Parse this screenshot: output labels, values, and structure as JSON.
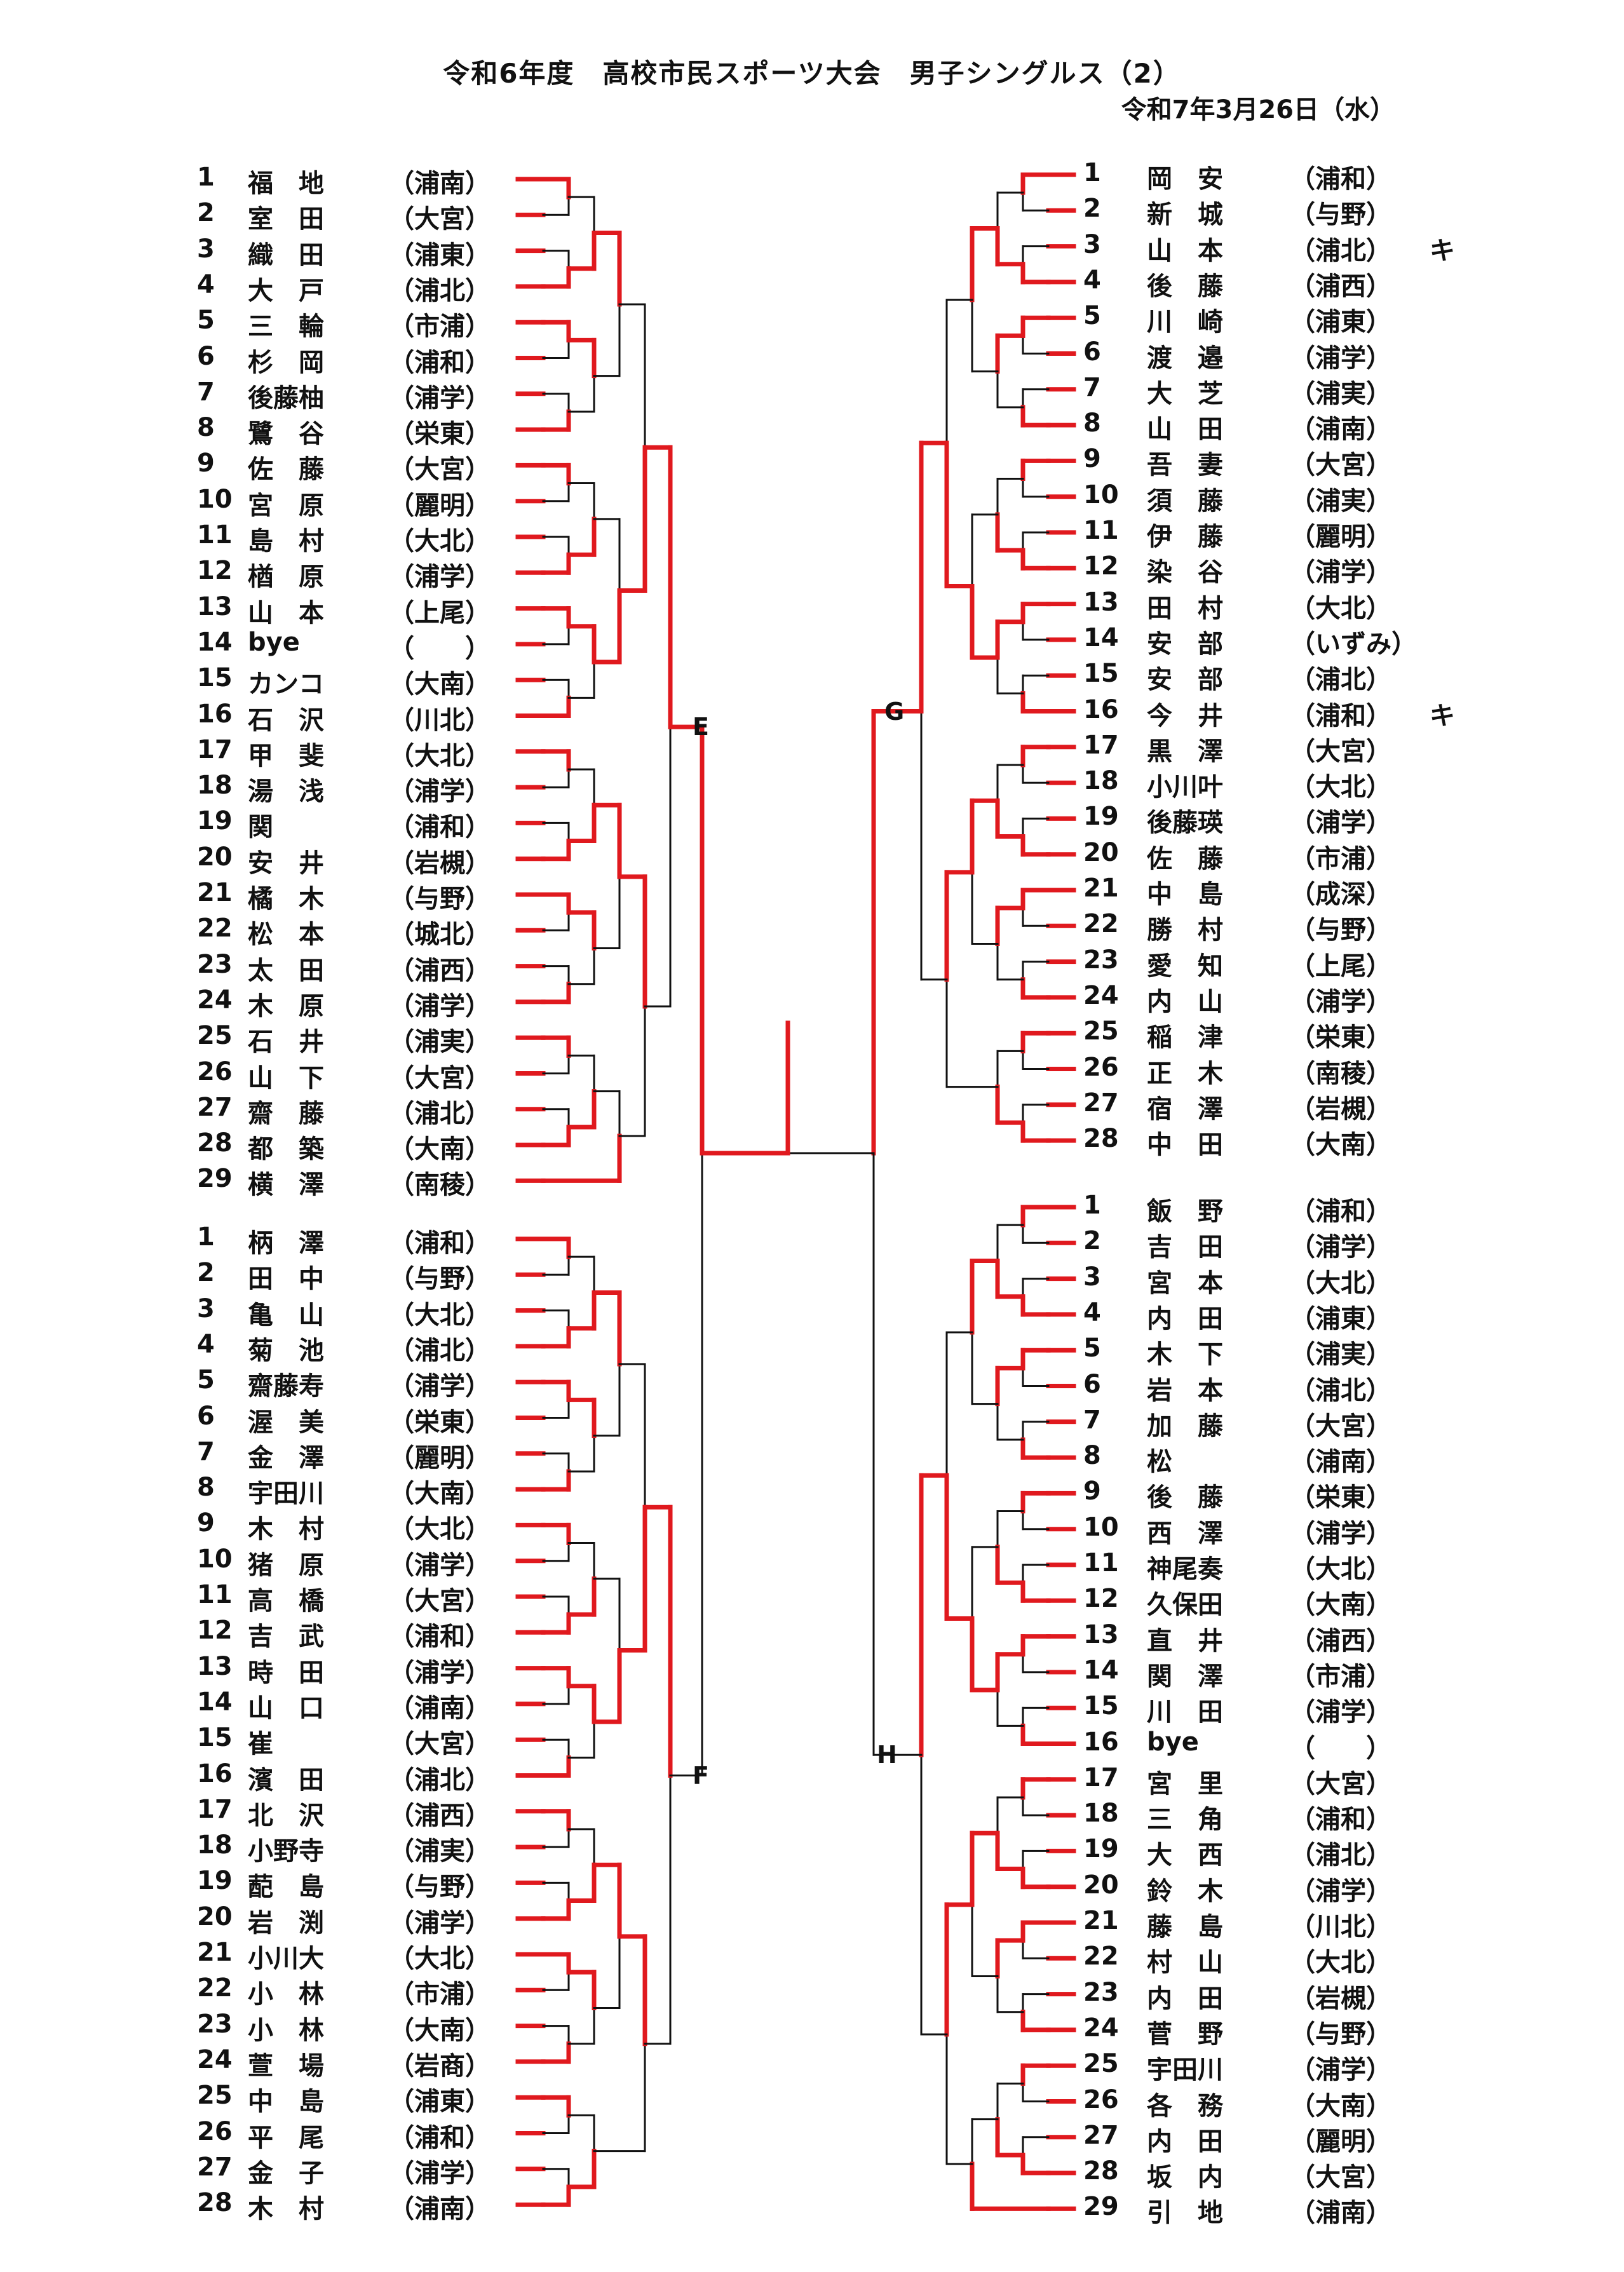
{
  "header": {
    "title": "令和6年度　高校市民スポーツ大会　男子シングルス（2）",
    "date": "令和7年3月26日（水）"
  },
  "blocks": {
    "E": {
      "label": "E",
      "entries": [
        {
          "num": "1",
          "name": "福　地",
          "school": "（浦南）"
        },
        {
          "num": "2",
          "name": "室　田",
          "school": "（大宮）"
        },
        {
          "num": "3",
          "name": "織　田",
          "school": "（浦東）"
        },
        {
          "num": "4",
          "name": "大　戸",
          "school": "（浦北）"
        },
        {
          "num": "5",
          "name": "三　輪",
          "school": "（市浦）"
        },
        {
          "num": "6",
          "name": "杉　岡",
          "school": "（浦和）"
        },
        {
          "num": "7",
          "name": "後藤柚",
          "school": "（浦学）"
        },
        {
          "num": "8",
          "name": "鷺　谷",
          "school": "（栄東）"
        },
        {
          "num": "9",
          "name": "佐　藤",
          "school": "（大宮）"
        },
        {
          "num": "10",
          "name": "宮　原",
          "school": "（麗明）"
        },
        {
          "num": "11",
          "name": "島　村",
          "school": "（大北）"
        },
        {
          "num": "12",
          "name": "楢　原",
          "school": "（浦学）"
        },
        {
          "num": "13",
          "name": "山　本",
          "school": "（上尾）"
        },
        {
          "num": "14",
          "name": "bye",
          "school": "（　　）"
        },
        {
          "num": "15",
          "name": "カンコ",
          "school": "（大南）"
        },
        {
          "num": "16",
          "name": "石　沢",
          "school": "（川北）"
        },
        {
          "num": "17",
          "name": "甲　斐",
          "school": "（大北）"
        },
        {
          "num": "18",
          "name": "湯　浅",
          "school": "（浦学）"
        },
        {
          "num": "19",
          "name": "関",
          "school": "（浦和）"
        },
        {
          "num": "20",
          "name": "安　井",
          "school": "（岩槻）"
        },
        {
          "num": "21",
          "name": "橘　木",
          "school": "（与野）"
        },
        {
          "num": "22",
          "name": "松　本",
          "school": "（城北）"
        },
        {
          "num": "23",
          "name": "太　田",
          "school": "（浦西）"
        },
        {
          "num": "24",
          "name": "木　原",
          "school": "（浦学）"
        },
        {
          "num": "25",
          "name": "石　井",
          "school": "（浦実）"
        },
        {
          "num": "26",
          "name": "山　下",
          "school": "（大宮）"
        },
        {
          "num": "27",
          "name": "齋　藤",
          "school": "（浦北）"
        },
        {
          "num": "28",
          "name": "都　築",
          "school": "（大南）"
        },
        {
          "num": "29",
          "name": "横　澤",
          "school": "（南稜）"
        }
      ]
    },
    "F": {
      "label": "F",
      "entries": [
        {
          "num": "1",
          "name": "柄　澤",
          "school": "（浦和）"
        },
        {
          "num": "2",
          "name": "田　中",
          "school": "（与野）"
        },
        {
          "num": "3",
          "name": "亀　山",
          "school": "（大北）"
        },
        {
          "num": "4",
          "name": "菊　池",
          "school": "（浦北）"
        },
        {
          "num": "5",
          "name": "齋藤寿",
          "school": "（浦学）"
        },
        {
          "num": "6",
          "name": "渥　美",
          "school": "（栄東）"
        },
        {
          "num": "7",
          "name": "金　澤",
          "school": "（麗明）"
        },
        {
          "num": "8",
          "name": "宇田川",
          "school": "（大南）"
        },
        {
          "num": "9",
          "name": "木　村",
          "school": "（大北）"
        },
        {
          "num": "10",
          "name": "猪　原",
          "school": "（浦学）"
        },
        {
          "num": "11",
          "name": "高　橋",
          "school": "（大宮）"
        },
        {
          "num": "12",
          "name": "吉　武",
          "school": "（浦和）"
        },
        {
          "num": "13",
          "name": "時　田",
          "school": "（浦学）"
        },
        {
          "num": "14",
          "name": "山　口",
          "school": "（浦南）"
        },
        {
          "num": "15",
          "name": "崔",
          "school": "（大宮）"
        },
        {
          "num": "16",
          "name": "濱　田",
          "school": "（浦北）"
        },
        {
          "num": "17",
          "name": "北　沢",
          "school": "（浦西）"
        },
        {
          "num": "18",
          "name": "小野寺",
          "school": "（浦実）"
        },
        {
          "num": "19",
          "name": "蓜　島",
          "school": "（与野）"
        },
        {
          "num": "20",
          "name": "岩　渕",
          "school": "（浦学）"
        },
        {
          "num": "21",
          "name": "小川大",
          "school": "（大北）"
        },
        {
          "num": "22",
          "name": "小　林",
          "school": "（市浦）"
        },
        {
          "num": "23",
          "name": "小　林",
          "school": "（大南）"
        },
        {
          "num": "24",
          "name": "萱　場",
          "school": "（岩商）"
        },
        {
          "num": "25",
          "name": "中　島",
          "school": "（浦東）"
        },
        {
          "num": "26",
          "name": "平　尾",
          "school": "（浦和）"
        },
        {
          "num": "27",
          "name": "金　子",
          "school": "（浦学）"
        },
        {
          "num": "28",
          "name": "木　村",
          "school": "（浦南）"
        }
      ]
    },
    "G": {
      "label": "G",
      "entries": [
        {
          "num": "1",
          "name": "岡　安",
          "school": "（浦和）"
        },
        {
          "num": "2",
          "name": "新　城",
          "school": "（与野）"
        },
        {
          "num": "3",
          "name": "山　本",
          "school": "（浦北）"
        },
        {
          "num": "4",
          "name": "後　藤",
          "school": "（浦西）"
        },
        {
          "num": "5",
          "name": "川　崎",
          "school": "（浦東）"
        },
        {
          "num": "6",
          "name": "渡　邉",
          "school": "（浦学）"
        },
        {
          "num": "7",
          "name": "大　芝",
          "school": "（浦実）"
        },
        {
          "num": "8",
          "name": "山　田",
          "school": "（浦南）"
        },
        {
          "num": "9",
          "name": "吾　妻",
          "school": "（大宮）"
        },
        {
          "num": "10",
          "name": "須　藤",
          "school": "（浦実）"
        },
        {
          "num": "11",
          "name": "伊　藤",
          "school": "（麗明）"
        },
        {
          "num": "12",
          "name": "染　谷",
          "school": "（浦学）"
        },
        {
          "num": "13",
          "name": "田　村",
          "school": "（大北）"
        },
        {
          "num": "14",
          "name": "安　部",
          "school": "（いずみ）"
        },
        {
          "num": "15",
          "name": "安　部",
          "school": "（浦北）"
        },
        {
          "num": "16",
          "name": "今　井",
          "school": "（浦和）"
        },
        {
          "num": "17",
          "name": "黒　澤",
          "school": "（大宮）"
        },
        {
          "num": "18",
          "name": "小川叶",
          "school": "（大北）"
        },
        {
          "num": "19",
          "name": "後藤瑛",
          "school": "（浦学）"
        },
        {
          "num": "20",
          "name": "佐　藤",
          "school": "（市浦）"
        },
        {
          "num": "21",
          "name": "中　島",
          "school": "（成深）"
        },
        {
          "num": "22",
          "name": "勝　村",
          "school": "（与野）"
        },
        {
          "num": "23",
          "name": "愛　知",
          "school": "（上尾）"
        },
        {
          "num": "24",
          "name": "内　山",
          "school": "（浦学）"
        },
        {
          "num": "25",
          "name": "稲　津",
          "school": "（栄東）"
        },
        {
          "num": "26",
          "name": "正　木",
          "school": "（南稜）"
        },
        {
          "num": "27",
          "name": "宿　澤",
          "school": "（岩槻）"
        },
        {
          "num": "28",
          "name": "中　田",
          "school": "（大南）"
        }
      ]
    },
    "H": {
      "label": "H",
      "entries": [
        {
          "num": "1",
          "name": "飯　野",
          "school": "（浦和）"
        },
        {
          "num": "2",
          "name": "吉　田",
          "school": "（浦学）"
        },
        {
          "num": "3",
          "name": "宮　本",
          "school": "（大北）"
        },
        {
          "num": "4",
          "name": "内　田",
          "school": "（浦東）"
        },
        {
          "num": "5",
          "name": "木　下",
          "school": "（浦実）"
        },
        {
          "num": "6",
          "name": "岩　本",
          "school": "（浦北）"
        },
        {
          "num": "7",
          "name": "加　藤",
          "school": "（大宮）"
        },
        {
          "num": "8",
          "name": "松",
          "school": "（浦南）"
        },
        {
          "num": "9",
          "name": "後　藤",
          "school": "（栄東）"
        },
        {
          "num": "10",
          "name": "西　澤",
          "school": "（浦学）"
        },
        {
          "num": "11",
          "name": "神尾奏",
          "school": "（大北）"
        },
        {
          "num": "12",
          "name": "久保田",
          "school": "（大南）"
        },
        {
          "num": "13",
          "name": "直　井",
          "school": "（浦西）"
        },
        {
          "num": "14",
          "name": "関　澤",
          "school": "（市浦）"
        },
        {
          "num": "15",
          "name": "川　田",
          "school": "（浦学）"
        },
        {
          "num": "16",
          "name": "bye",
          "school": "（　　）"
        },
        {
          "num": "17",
          "name": "宮　里",
          "school": "（大宮）"
        },
        {
          "num": "18",
          "name": "三　角",
          "school": "（浦和）"
        },
        {
          "num": "19",
          "name": "大　西",
          "school": "（浦北）"
        },
        {
          "num": "20",
          "name": "鈴　木",
          "school": "（浦学）"
        },
        {
          "num": "21",
          "name": "藤　島",
          "school": "（川北）"
        },
        {
          "num": "22",
          "name": "村　山",
          "school": "（大北）"
        },
        {
          "num": "23",
          "name": "内　田",
          "school": "（岩槻）"
        },
        {
          "num": "24",
          "name": "菅　野",
          "school": "（与野）"
        },
        {
          "num": "25",
          "name": "宇田川",
          "school": "（浦学）"
        },
        {
          "num": "26",
          "name": "各　務",
          "school": "（大南）"
        },
        {
          "num": "27",
          "name": "内　田",
          "school": "（麗明）"
        },
        {
          "num": "28",
          "name": "坂　内",
          "school": "（大宮）"
        },
        {
          "num": "29",
          "name": "引　地",
          "school": "（浦南）"
        }
      ]
    }
  },
  "notes": [
    {
      "text": "キ",
      "block": "G",
      "index": 2
    },
    {
      "text": "キ",
      "block": "G",
      "index": 15
    }
  ],
  "colors": {
    "winner_line": "#e0191e",
    "bracket_line": "#111111",
    "text": "#111111"
  }
}
